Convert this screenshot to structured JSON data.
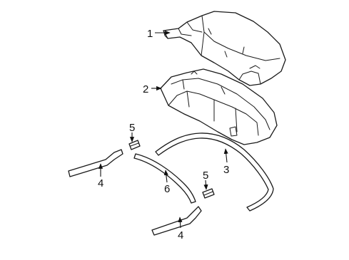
{
  "callouts": {
    "c1": "1",
    "c2": "2",
    "c3": "3",
    "c4a": "4",
    "c4b": "4",
    "c5a": "5",
    "c5b": "5",
    "c6": "6"
  }
}
